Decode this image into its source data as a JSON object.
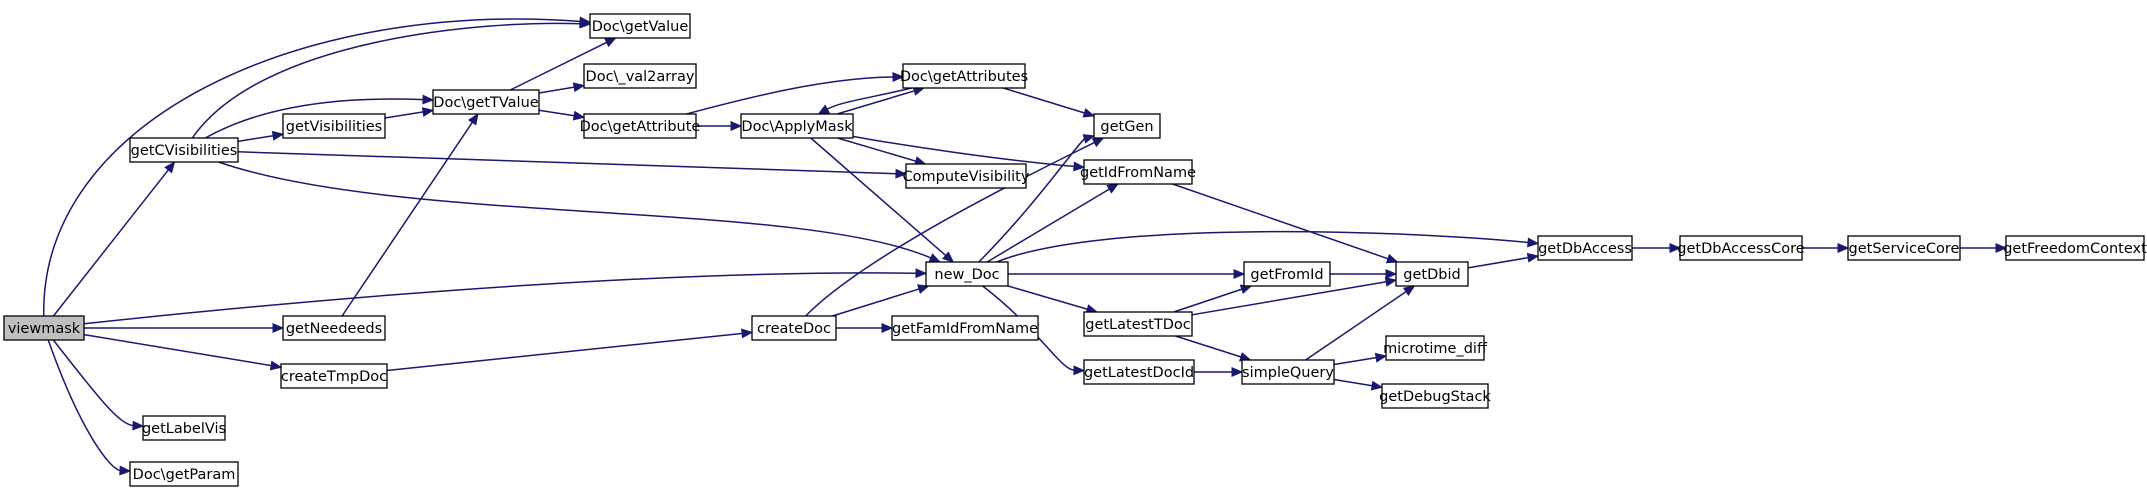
{
  "diagram": {
    "type": "call-graph",
    "colors": {
      "edge": "#191970",
      "root_fill": "#bfbfbf",
      "node_fill": "#ffffff",
      "border": "#000000"
    },
    "nodes": [
      {
        "id": "viewmask",
        "label": "viewmask",
        "root": true
      },
      {
        "id": "getCVisibilities",
        "label": "getCVisibilities"
      },
      {
        "id": "getNeedeeds",
        "label": "getNeedeeds"
      },
      {
        "id": "createTmpDoc",
        "label": "createTmpDoc"
      },
      {
        "id": "getLabelVis",
        "label": "getLabelVis"
      },
      {
        "id": "DocgetParam",
        "label": "Doc\\getParam"
      },
      {
        "id": "DocgetValue",
        "label": "Doc\\getValue"
      },
      {
        "id": "getVisibilities",
        "label": "getVisibilities"
      },
      {
        "id": "DocgetTValue",
        "label": "Doc\\getTValue"
      },
      {
        "id": "Docval2array",
        "label": "Doc\\_val2array"
      },
      {
        "id": "DocgetAttribute",
        "label": "Doc\\getAttribute"
      },
      {
        "id": "DocApplyMask",
        "label": "Doc\\ApplyMask"
      },
      {
        "id": "DocgetAttributes",
        "label": "Doc\\getAttributes"
      },
      {
        "id": "ComputeVisibility",
        "label": "ComputeVisibility"
      },
      {
        "id": "getGen",
        "label": "getGen"
      },
      {
        "id": "getIdFromName",
        "label": "getIdFromName"
      },
      {
        "id": "newDoc",
        "label": "new_Doc"
      },
      {
        "id": "createDoc",
        "label": "createDoc"
      },
      {
        "id": "getFamIdFromName",
        "label": "getFamIdFromName"
      },
      {
        "id": "getFromId",
        "label": "getFromId"
      },
      {
        "id": "getLatestTDoc",
        "label": "getLatestTDoc"
      },
      {
        "id": "getLatestDocId",
        "label": "getLatestDocId"
      },
      {
        "id": "simpleQuery",
        "label": "simpleQuery"
      },
      {
        "id": "getDbid",
        "label": "getDbid"
      },
      {
        "id": "microtimediff",
        "label": "microtime_diff"
      },
      {
        "id": "getDebugStack",
        "label": "getDebugStack"
      },
      {
        "id": "getDbAccess",
        "label": "getDbAccess"
      },
      {
        "id": "getDbAccessCore",
        "label": "getDbAccessCore"
      },
      {
        "id": "getServiceCore",
        "label": "getServiceCore"
      },
      {
        "id": "getFreedomContext",
        "label": "getFreedomContext"
      }
    ],
    "edges": [
      {
        "from": "viewmask",
        "to": "DocgetValue"
      },
      {
        "from": "viewmask",
        "to": "getCVisibilities"
      },
      {
        "from": "viewmask",
        "to": "newDoc"
      },
      {
        "from": "viewmask",
        "to": "getNeedeeds"
      },
      {
        "from": "viewmask",
        "to": "createTmpDoc"
      },
      {
        "from": "viewmask",
        "to": "getLabelVis"
      },
      {
        "from": "viewmask",
        "to": "DocgetParam"
      },
      {
        "from": "getCVisibilities",
        "to": "DocgetValue"
      },
      {
        "from": "getCVisibilities",
        "to": "DocgetTValue"
      },
      {
        "from": "getCVisibilities",
        "to": "getVisibilities"
      },
      {
        "from": "getCVisibilities",
        "to": "ComputeVisibility"
      },
      {
        "from": "getCVisibilities",
        "to": "newDoc"
      },
      {
        "from": "getVisibilities",
        "to": "DocgetTValue"
      },
      {
        "from": "getNeedeeds",
        "to": "DocgetTValue"
      },
      {
        "from": "DocgetTValue",
        "to": "DocgetValue"
      },
      {
        "from": "DocgetTValue",
        "to": "Docval2array"
      },
      {
        "from": "DocgetTValue",
        "to": "DocgetAttribute"
      },
      {
        "from": "DocgetAttribute",
        "to": "DocApplyMask"
      },
      {
        "from": "DocgetAttribute",
        "to": "DocgetAttributes"
      },
      {
        "from": "DocApplyMask",
        "to": "DocgetAttributes"
      },
      {
        "from": "DocgetAttributes",
        "to": "DocApplyMask"
      },
      {
        "from": "DocgetAttributes",
        "to": "getGen"
      },
      {
        "from": "DocApplyMask",
        "to": "ComputeVisibility"
      },
      {
        "from": "DocApplyMask",
        "to": "getIdFromName"
      },
      {
        "from": "DocApplyMask",
        "to": "newDoc"
      },
      {
        "from": "createTmpDoc",
        "to": "createDoc"
      },
      {
        "from": "createDoc",
        "to": "newDoc"
      },
      {
        "from": "createDoc",
        "to": "getFamIdFromName"
      },
      {
        "from": "createDoc",
        "to": "getGen"
      },
      {
        "from": "newDoc",
        "to": "getGen"
      },
      {
        "from": "newDoc",
        "to": "getIdFromName"
      },
      {
        "from": "newDoc",
        "to": "getDbAccess"
      },
      {
        "from": "newDoc",
        "to": "getFromId"
      },
      {
        "from": "newDoc",
        "to": "getLatestTDoc"
      },
      {
        "from": "newDoc",
        "to": "getLatestDocId"
      },
      {
        "from": "getIdFromName",
        "to": "getDbid"
      },
      {
        "from": "getFromId",
        "to": "getDbid"
      },
      {
        "from": "getLatestTDoc",
        "to": "getFromId"
      },
      {
        "from": "getLatestTDoc",
        "to": "getDbid"
      },
      {
        "from": "getLatestTDoc",
        "to": "simpleQuery"
      },
      {
        "from": "getLatestDocId",
        "to": "simpleQuery"
      },
      {
        "from": "simpleQuery",
        "to": "getDbid"
      },
      {
        "from": "simpleQuery",
        "to": "microtimediff"
      },
      {
        "from": "simpleQuery",
        "to": "getDebugStack"
      },
      {
        "from": "getDbid",
        "to": "getDbAccess"
      },
      {
        "from": "getDbAccess",
        "to": "getDbAccessCore"
      },
      {
        "from": "getDbAccessCore",
        "to": "getServiceCore"
      },
      {
        "from": "getServiceCore",
        "to": "getFreedomContext"
      }
    ]
  }
}
